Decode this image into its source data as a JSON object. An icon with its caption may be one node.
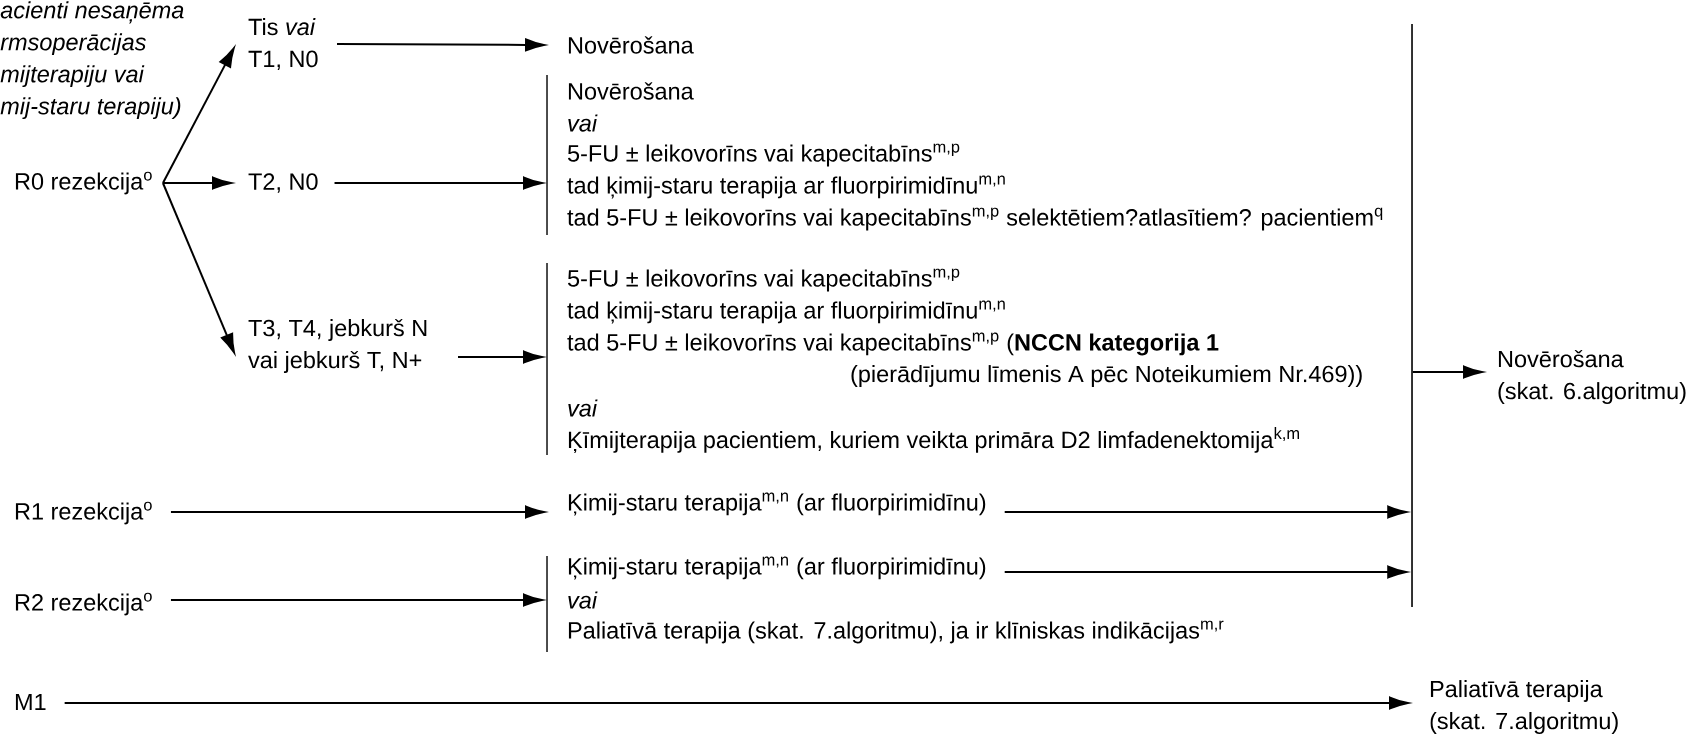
{
  "diagram": {
    "nodes": [
      {
        "text": [
          "R0 rezekcija$^{o}$"
        ]
      },
      {
        "text": [
          "Tis *vai* T1, N0"
        ]
      },
      {
        "text": [
          "T2, N0"
        ]
      },
      {
        "text": [
          "T3, T4, jebkurš N vai jebkurš T, N+"
        ]
      },
      {
        "text": [
          "Novērošana"
        ]
      },
      {
        "text": [
          "Novērošana",
          "vai",
          "5-FU ± leikovorīns vai kapecitabīns$^{m,p}$",
          "tad ķimij-staru terapija ar fluorpirimidīnu$^{m,n}$",
          "tad 5-FU ± leikovorīns vai kapecitabīns$^{m,p}$ selektētiem?atlasītiem? pacientiem$^{q}$"
        ]
      },
      {
        "text": [
          "5-FU ± leikovorīns vai kapecitabīns$^{m,p}$",
          "tad ķimij-staru terapija ar fluorpirimidīnu$^{m,n}$",
          "tad 5-FU ± leikovorīns vai kapecitabīns$^{m,p}$ (**NCCN kategorija 1**",
          "(pierādījumu līmenis A pēc Noteikumiem Nr.469))",
          "vai",
          "Ķīmijterapija pacientiem, kuriem veikta primāra D2 limfadenektomija$^{k,m}$"
        ]
      },
      {
        "text": [
          "R1 rezekcija$^{o}$"
        ]
      },
      {
        "text": [
          "Ķimij-staru terapija$^{m,n}$ (ar fluorpirimidīnu)"
        ]
      },
      {
        "text": [
          "R2 rezekcija$^{o}$"
        ]
      },
      {
        "text": [
          "Ķimij-staru terapija$^{m,n}$ (ar fluorpirimidīnu)",
          "vai",
          "Paliatīvā terapija (skat. 7.algoritmu), ja ir klīniskas indikācijas$^{m,r}$"
        ]
      },
      {
        "text": [
          "M1"
        ]
      },
      {
        "text": [],
        "shape": "bar"
      },
      {
        "text": [
          "Novērošana (skat. 6.algoritmu)"
        ]
      },
      {
        "text": [
          "Paliatīvā terapija (skat. 7.algoritmu)"
        ]
      }
    ],
    "edges": [
      {
        "from": 0,
        "to": 1,
        "arrow": "to"
      },
      {
        "from": 0,
        "to": 2,
        "arrow": "to"
      },
      {
        "from": 0,
        "to": 3,
        "arrow": "to"
      },
      {
        "from": 1,
        "to": 4,
        "arrow": "to"
      },
      {
        "from": 2,
        "to": 5,
        "arrow": "to"
      },
      {
        "from": 3,
        "to": 6,
        "arrow": "to"
      },
      {
        "from": 7,
        "to": 8,
        "arrow": "to"
      },
      {
        "from": 9,
        "to": 10,
        "arrow": "to"
      },
      {
        "from": 11,
        "to": 14,
        "arrow": "to"
      },
      {
        "from": 8,
        "to": 12,
        "arrow": "to"
      },
      {
        "from": 10,
        "to": 12,
        "arrow": "to"
      },
      {
        "from": 12,
        "to": 13,
        "arrow": "to"
      }
    ],
    "labels": [
      "acienti nesaņēma rmsoperācijas mijterapiju vai mij-staru terapiju)"
    ]
  }
}
